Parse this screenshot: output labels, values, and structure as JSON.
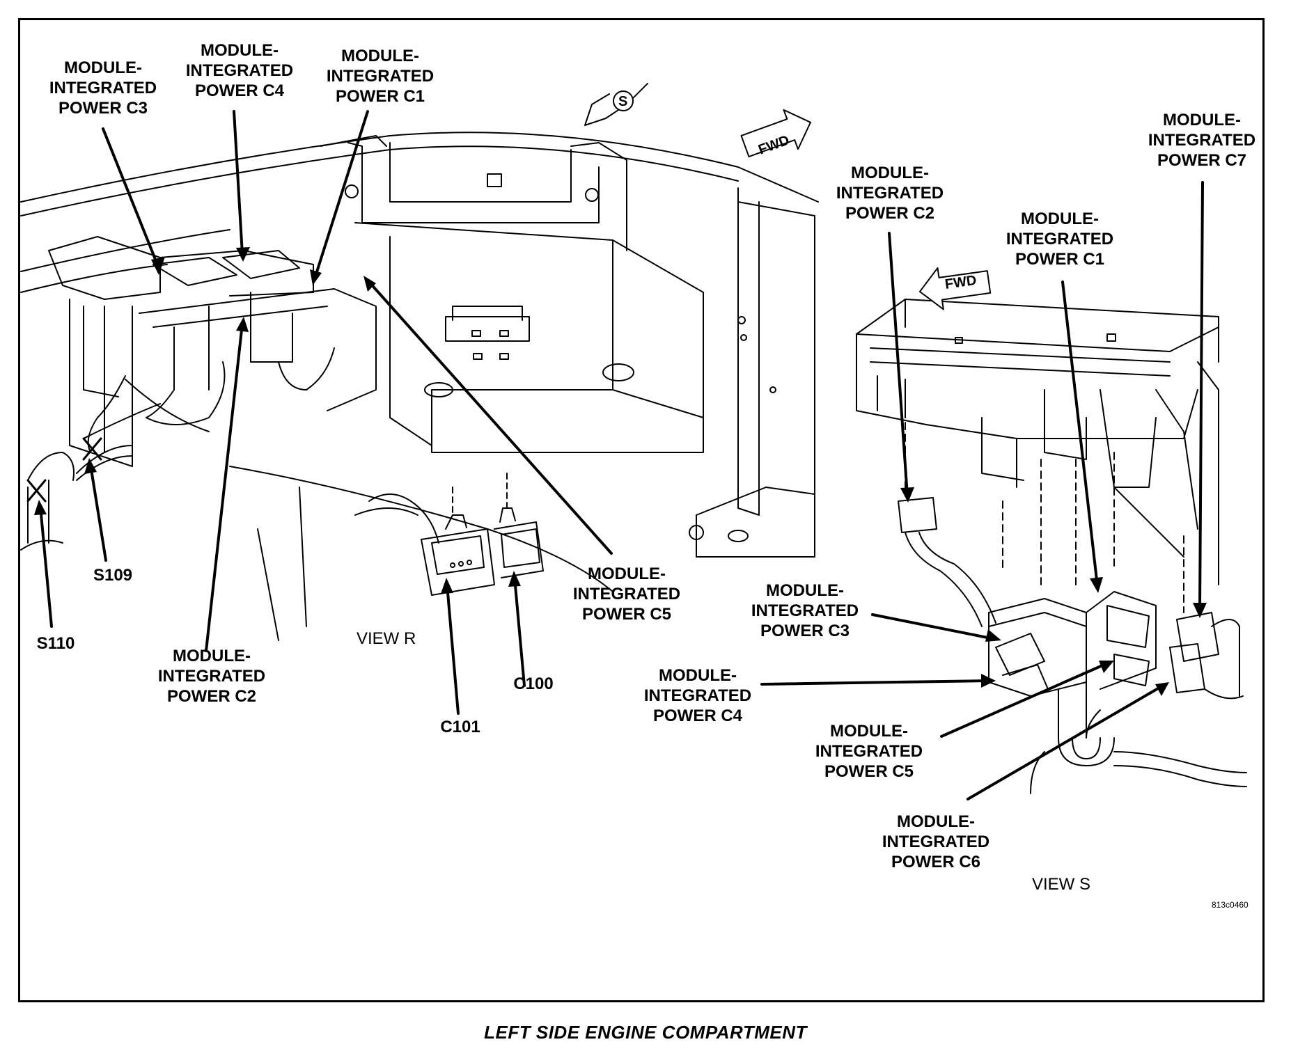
{
  "labels": {
    "left_ipm_c3": "MODULE-\nINTEGRATED\nPOWER C3",
    "left_ipm_c4": "MODULE-\nINTEGRATED\nPOWER C4",
    "left_ipm_c1": "MODULE-\nINTEGRATED\nPOWER C1",
    "left_ipm_c5": "MODULE-\nINTEGRATED\nPOWER C5",
    "left_ipm_c2": "MODULE-\nINTEGRATED\nPOWER C2",
    "s109": "S109",
    "s110": "S110",
    "c100": "C100",
    "c101": "C101",
    "view_r": "VIEW R",
    "right_ipm_c7": "MODULE-\nINTEGRATED\nPOWER C7",
    "right_ipm_c2": "MODULE-\nINTEGRATED\nPOWER C2",
    "right_ipm_c1": "MODULE-\nINTEGRATED\nPOWER C1",
    "right_ipm_c3": "MODULE-\nINTEGRATED\nPOWER C3",
    "right_ipm_c4": "MODULE-\nINTEGRATED\nPOWER C4",
    "right_ipm_c5": "MODULE-\nINTEGRATED\nPOWER C5",
    "right_ipm_c6": "MODULE-\nINTEGRATED\nPOWER C6",
    "view_s": "VIEW S",
    "fwd_left": "FWD",
    "fwd_right": "FWD",
    "view_marker": "S",
    "figure_code": "813c0460"
  },
  "caption": "LEFT SIDE ENGINE COMPARTMENT",
  "colors": {
    "ink": "#000000",
    "background": "#ffffff"
  }
}
